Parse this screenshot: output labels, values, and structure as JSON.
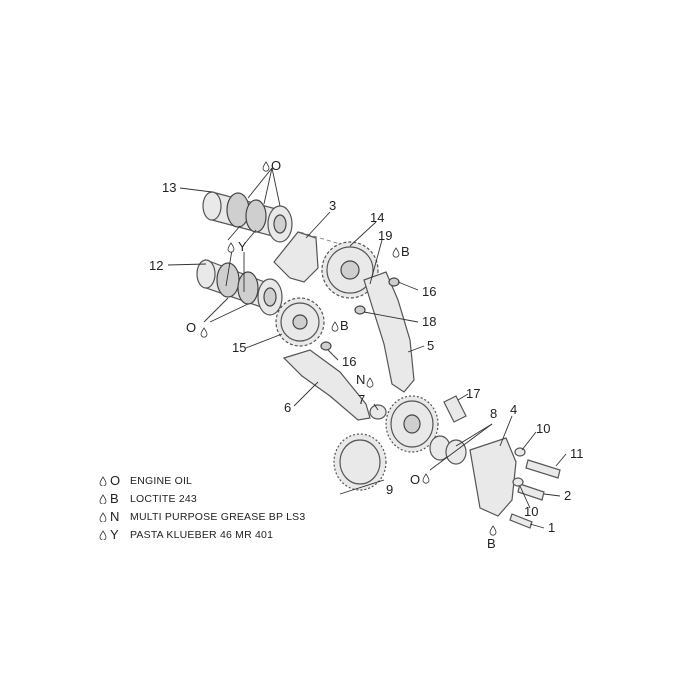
{
  "part_numbers": {
    "p1": "1",
    "p2": "2",
    "p3": "3",
    "p4": "4",
    "p5": "5",
    "p6": "6",
    "p7": "7",
    "p8": "8",
    "p9": "9",
    "p10a": "10",
    "p10b": "10",
    "p11": "11",
    "p12": "12",
    "p13": "13",
    "p14": "14",
    "p15": "15",
    "p16a": "16",
    "p16b": "16",
    "p17": "17",
    "p18": "18",
    "p19": "19"
  },
  "lube_marks": {
    "o_top": "O",
    "y_mid": "Y",
    "o_left": "O",
    "b_top": "B",
    "b_mid": "B",
    "n_mid": "N",
    "o_bottom": "O",
    "b_bottom": "B"
  },
  "legend": [
    {
      "code": "O",
      "text": "ENGINE OIL"
    },
    {
      "code": "B",
      "text": "LOCTITE 243"
    },
    {
      "code": "N",
      "text": "MULTI PURPOSE GREASE BP LS3"
    },
    {
      "code": "Y",
      "text": "PASTA KLUEBER 46 MR 401"
    }
  ]
}
